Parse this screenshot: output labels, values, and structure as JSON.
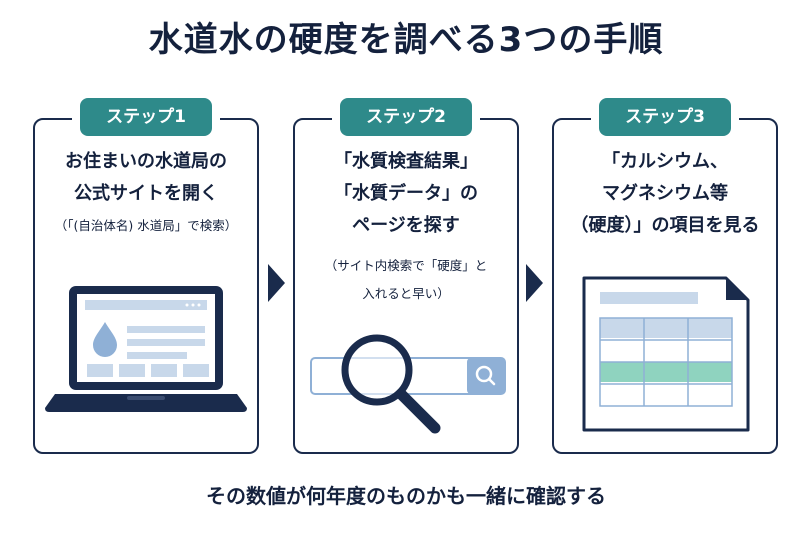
{
  "title": "水道水の硬度を調べる3つの手順",
  "steps": [
    {
      "badge": "ステップ1",
      "heading_lines": [
        "お住まいの水道局の",
        "公式サイトを開く"
      ],
      "note_lines": [
        "（「(自治体名) 水道局」で検索）"
      ]
    },
    {
      "badge": "ステップ2",
      "heading_lines": [
        "「水質検査結果」",
        "「水質データ」の",
        "ページを探す"
      ],
      "note_lines": [
        "（サイト内検索で「硬度」と",
        "入れると早い）"
      ]
    },
    {
      "badge": "ステップ3",
      "heading_lines": [
        "「カルシウム、",
        "マグネシウム等",
        "（硬度）」の項目を見る"
      ],
      "note_lines": []
    }
  ],
  "footer": "その数値が何年度のものかも一緒に確認する",
  "colors": {
    "navy": "#1a2b4c",
    "teal": "#2e8a8a",
    "light_blue": "#c8d8ea",
    "mid_blue": "#8fb0d6",
    "green_row": "#8fd3bf"
  },
  "icons": [
    "laptop-icon",
    "water-drop-icon",
    "magnifier-icon",
    "search-icon",
    "document-table-icon",
    "arrow-right-icon"
  ]
}
